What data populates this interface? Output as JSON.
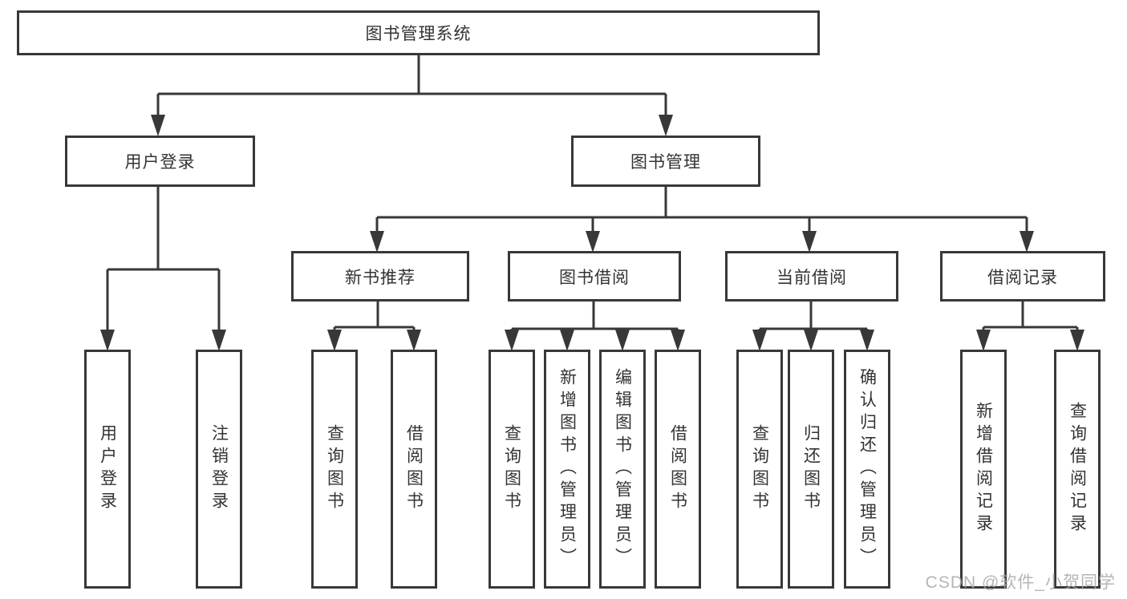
{
  "tree": {
    "root": {
      "label": "图书管理系统"
    },
    "branches": [
      {
        "label": "用户登录",
        "children": [
          {
            "label": "用户登录"
          },
          {
            "label": "注销登录"
          }
        ]
      },
      {
        "label": "图书管理",
        "children": [
          {
            "label": "新书推荐",
            "children": [
              {
                "label": "查询图书"
              },
              {
                "label": "借阅图书"
              }
            ]
          },
          {
            "label": "图书借阅",
            "children": [
              {
                "label": "查询图书"
              },
              {
                "label": "新增图书（管理员）"
              },
              {
                "label": "编辑图书（管理员）"
              },
              {
                "label": "借阅图书"
              }
            ]
          },
          {
            "label": "当前借阅",
            "children": [
              {
                "label": "查询图书"
              },
              {
                "label": "归还图书"
              },
              {
                "label": "确认归还（管理员）"
              }
            ]
          },
          {
            "label": "借阅记录",
            "children": [
              {
                "label": "新增借阅记录"
              },
              {
                "label": "查询借阅记录"
              }
            ]
          }
        ]
      }
    ]
  },
  "watermark": {
    "text": "CSDN @软件_小贺同学"
  },
  "colors": {
    "line": "#383838",
    "box_border": "#383838",
    "text": "#333333",
    "background": "#ffffff",
    "watermark": "#a8a8a8"
  }
}
